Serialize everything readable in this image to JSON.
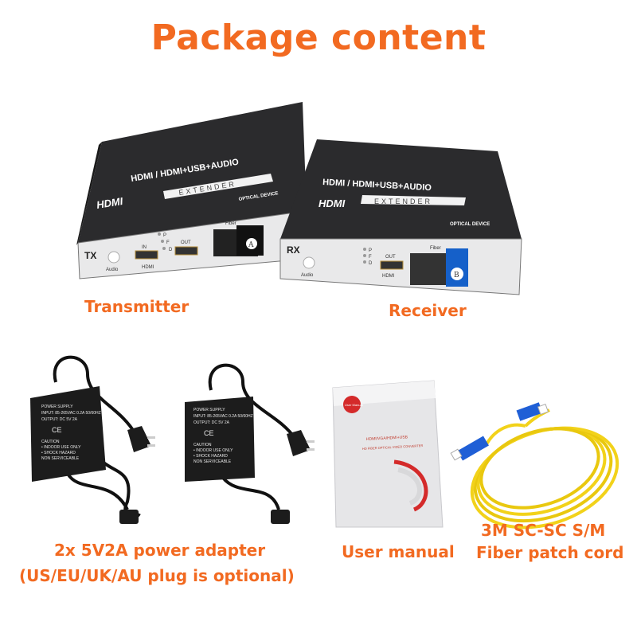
{
  "title": "Package content",
  "items": {
    "transmitter": {
      "label": "Transmitter",
      "panel_text": "TX",
      "top_text": "HDMI / HDMI+USB+AUDIO",
      "sub_text": "EXTENDER",
      "brand": "HDMI",
      "optical": "OPTICAL DEVICE",
      "port_in": "IN",
      "port_out": "OUT",
      "port_label": "HDMI",
      "audio": "Audio",
      "fiber": "Fiber",
      "marker": "A",
      "leds": [
        "P",
        "F",
        "D"
      ]
    },
    "receiver": {
      "label": "Receiver",
      "panel_text": "RX",
      "top_text": "HDMI / HDMI+USB+AUDIO",
      "sub_text": "EXTENDER",
      "brand": "HDMI",
      "optical": "OPTICAL DEVICE",
      "port_out": "OUT",
      "port_label": "HDMI",
      "audio": "Audio",
      "fiber": "Fiber",
      "marker": "B",
      "leds": [
        "P",
        "F",
        "D"
      ]
    },
    "power_adapter": {
      "label_line1": "2x 5V2A power adapter",
      "label_line2": "(US/EU/UK/AU plug is optional)",
      "plate_title": "POWER SUPPLY",
      "plate_input": "INPUT: 85-265VAC 0.2A 50/60HZ",
      "plate_output": "OUTPUT: DC 5V 2A",
      "plate_ce": "CE",
      "plate_caution": "CAUTION",
      "plate_c1": "• INDOOR USE ONLY",
      "plate_c2": "• SHOCK HAZARD",
      "plate_c3": "NON SERVICEABLE"
    },
    "user_manual": {
      "label": "User manual",
      "badge": "User Manual",
      "strip1": "HDMI/VGA/HDMI+USB",
      "strip2": "HD FIBER OPTICAL VIDEO CONVERTER"
    },
    "fiber_cord": {
      "label_line1": "3M SC-SC S/M",
      "label_line2": "Fiber patch cord"
    }
  },
  "colors": {
    "accent": "#f26a21",
    "device_body": "#2b2b2d",
    "panel": "#e9e9ea",
    "fiber_yellow": "#f2d21a",
    "connector_blue": "#1f5fd6"
  }
}
